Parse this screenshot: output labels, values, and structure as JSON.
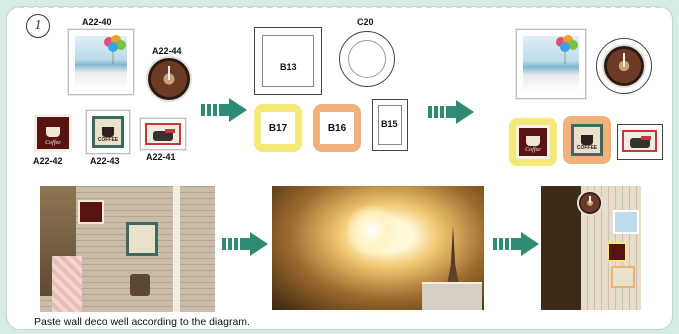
{
  "step_number": "1",
  "labels": {
    "a22_40": "A22-40",
    "a22_44": "A22-44",
    "a22_42": "A22-42",
    "a22_43": "A22-43",
    "a22_41": "A22-41",
    "c20": "C20",
    "b13": "B13",
    "b17": "B17",
    "b16": "B16",
    "b15": "B15"
  },
  "coffee_text": "Coffee",
  "caption": "Paste wall deco well according to the diagram.",
  "colors": {
    "background": "#d7ece6",
    "arrow": "#2f8b73",
    "b17_frame": "#f2e976",
    "b16_frame": "#f2b07a",
    "coffee_red": "#5a1313",
    "coffee_green_border": "#3d6a5f",
    "ticket_red": "#c23a3a"
  },
  "icons": [
    "step-number-circle",
    "right-arrow-icon",
    "clock-icon",
    "coffee-cup-icon",
    "balloon-icon",
    "car-icon"
  ]
}
